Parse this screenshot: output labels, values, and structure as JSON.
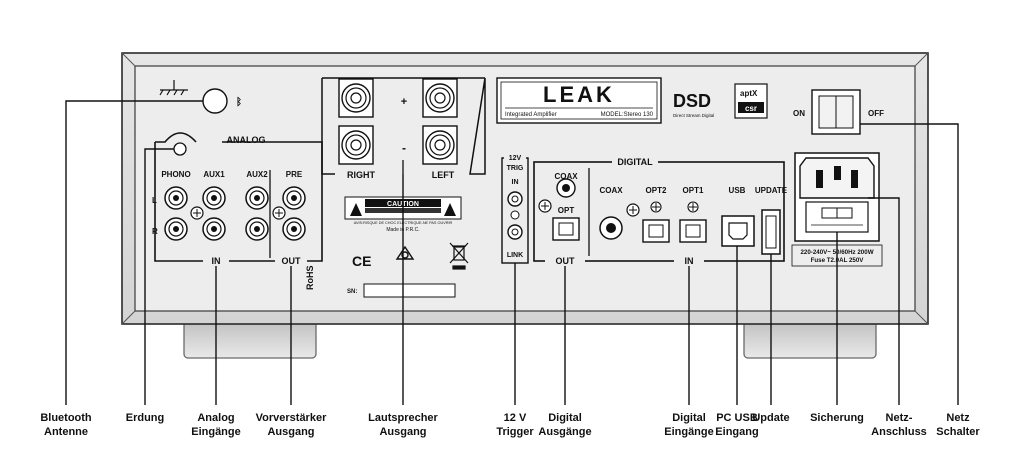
{
  "device": {
    "brand": "LEAK",
    "model_left": "Integrated Amplifier",
    "model_right": "MODEL:Stereo 130",
    "dsd_logo": "DSD",
    "dsd_sub": "Direct Stream Digital",
    "aptx_logo": "aptX",
    "csr_logo": "csr",
    "rohs": "RoHS",
    "ce_mark": "CE",
    "sn_label": "SN:"
  },
  "panel": {
    "analog_title": "ANALOG",
    "phono": "PHONO",
    "aux1": "AUX1",
    "aux2": "AUX2",
    "pre": "PRE",
    "l": "L",
    "r": "R",
    "analog_in": "IN",
    "analog_out": "OUT",
    "speaker_right": "RIGHT",
    "speaker_left": "LEFT",
    "plus": "+",
    "minus": "-",
    "caution_title": "CAUTION",
    "caution_line": "AVIS:RISQUE DE CHOC ELECTRIQUE-NE PAS OUVRIR",
    "made_in": "Made in P.R.C.",
    "trig_title": "12V",
    "trig_sub": "TRIG",
    "trig_in": "IN",
    "trig_link": "LINK",
    "digital_title": "DIGITAL",
    "coax_out": "COAX",
    "opt_out": "OPT",
    "digital_out": "OUT",
    "coax_in": "COAX",
    "opt2": "OPT2",
    "opt1": "OPT1",
    "usb": "USB",
    "update": "UPDATE",
    "digital_in": "IN",
    "switch_on": "ON",
    "switch_off": "OFF",
    "power_line1": "220-240V~ 50/60Hz 200W",
    "power_line2": "Fuse T2.0AL 250V"
  },
  "callouts": [
    {
      "id": "bluetooth",
      "lines": [
        "Bluetooth",
        "Antenne"
      ]
    },
    {
      "id": "ground",
      "lines": [
        "Erdung"
      ]
    },
    {
      "id": "analog-in",
      "lines": [
        "Analog",
        "Eingänge"
      ]
    },
    {
      "id": "preamp-out",
      "lines": [
        "Vorverstärker",
        "Ausgang"
      ]
    },
    {
      "id": "speaker",
      "lines": [
        "Lautsprecher",
        "Ausgang"
      ]
    },
    {
      "id": "trigger",
      "lines": [
        "12 V",
        "Trigger"
      ]
    },
    {
      "id": "digital-out",
      "lines": [
        "Digital",
        "Ausgänge"
      ]
    },
    {
      "id": "digital-in",
      "lines": [
        "Digital",
        "Eingänge"
      ]
    },
    {
      "id": "pc-usb",
      "lines": [
        "PC USB",
        "Eingang"
      ]
    },
    {
      "id": "update",
      "lines": [
        "Update"
      ]
    },
    {
      "id": "fuse",
      "lines": [
        "Sicherung"
      ]
    },
    {
      "id": "mains",
      "lines": [
        "Netz-",
        "Anschluss"
      ]
    },
    {
      "id": "power-switch",
      "lines": [
        "Netz",
        "Schalter"
      ]
    }
  ]
}
